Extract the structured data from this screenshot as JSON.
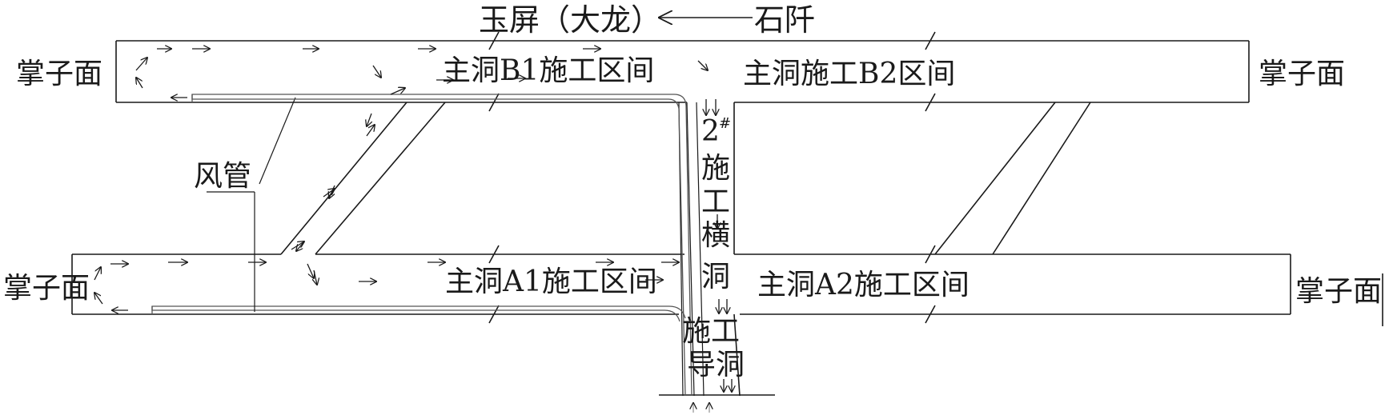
{
  "labels": {
    "top_route": "玉屏（大龙）",
    "top_origin": "石阡",
    "face_top_left": "掌子面",
    "face_top_right": "掌子面",
    "face_bottom_left": "掌子面",
    "face_bottom_right": "掌子面",
    "section_b1": "主洞B1施工区间",
    "section_b2": "主洞施工B2区间",
    "section_a1": "主洞A1施工区间",
    "section_a2": "主洞A2施工区间",
    "air_duct": "风管",
    "cross_tunnel_number": "2",
    "cross_tunnel_number_sup": "#",
    "cross_tunnel_chars": [
      "施",
      "工",
      "横",
      "洞"
    ],
    "guide_tunnel_line1": "施工",
    "guide_tunnel_line2": "导洞"
  }
}
